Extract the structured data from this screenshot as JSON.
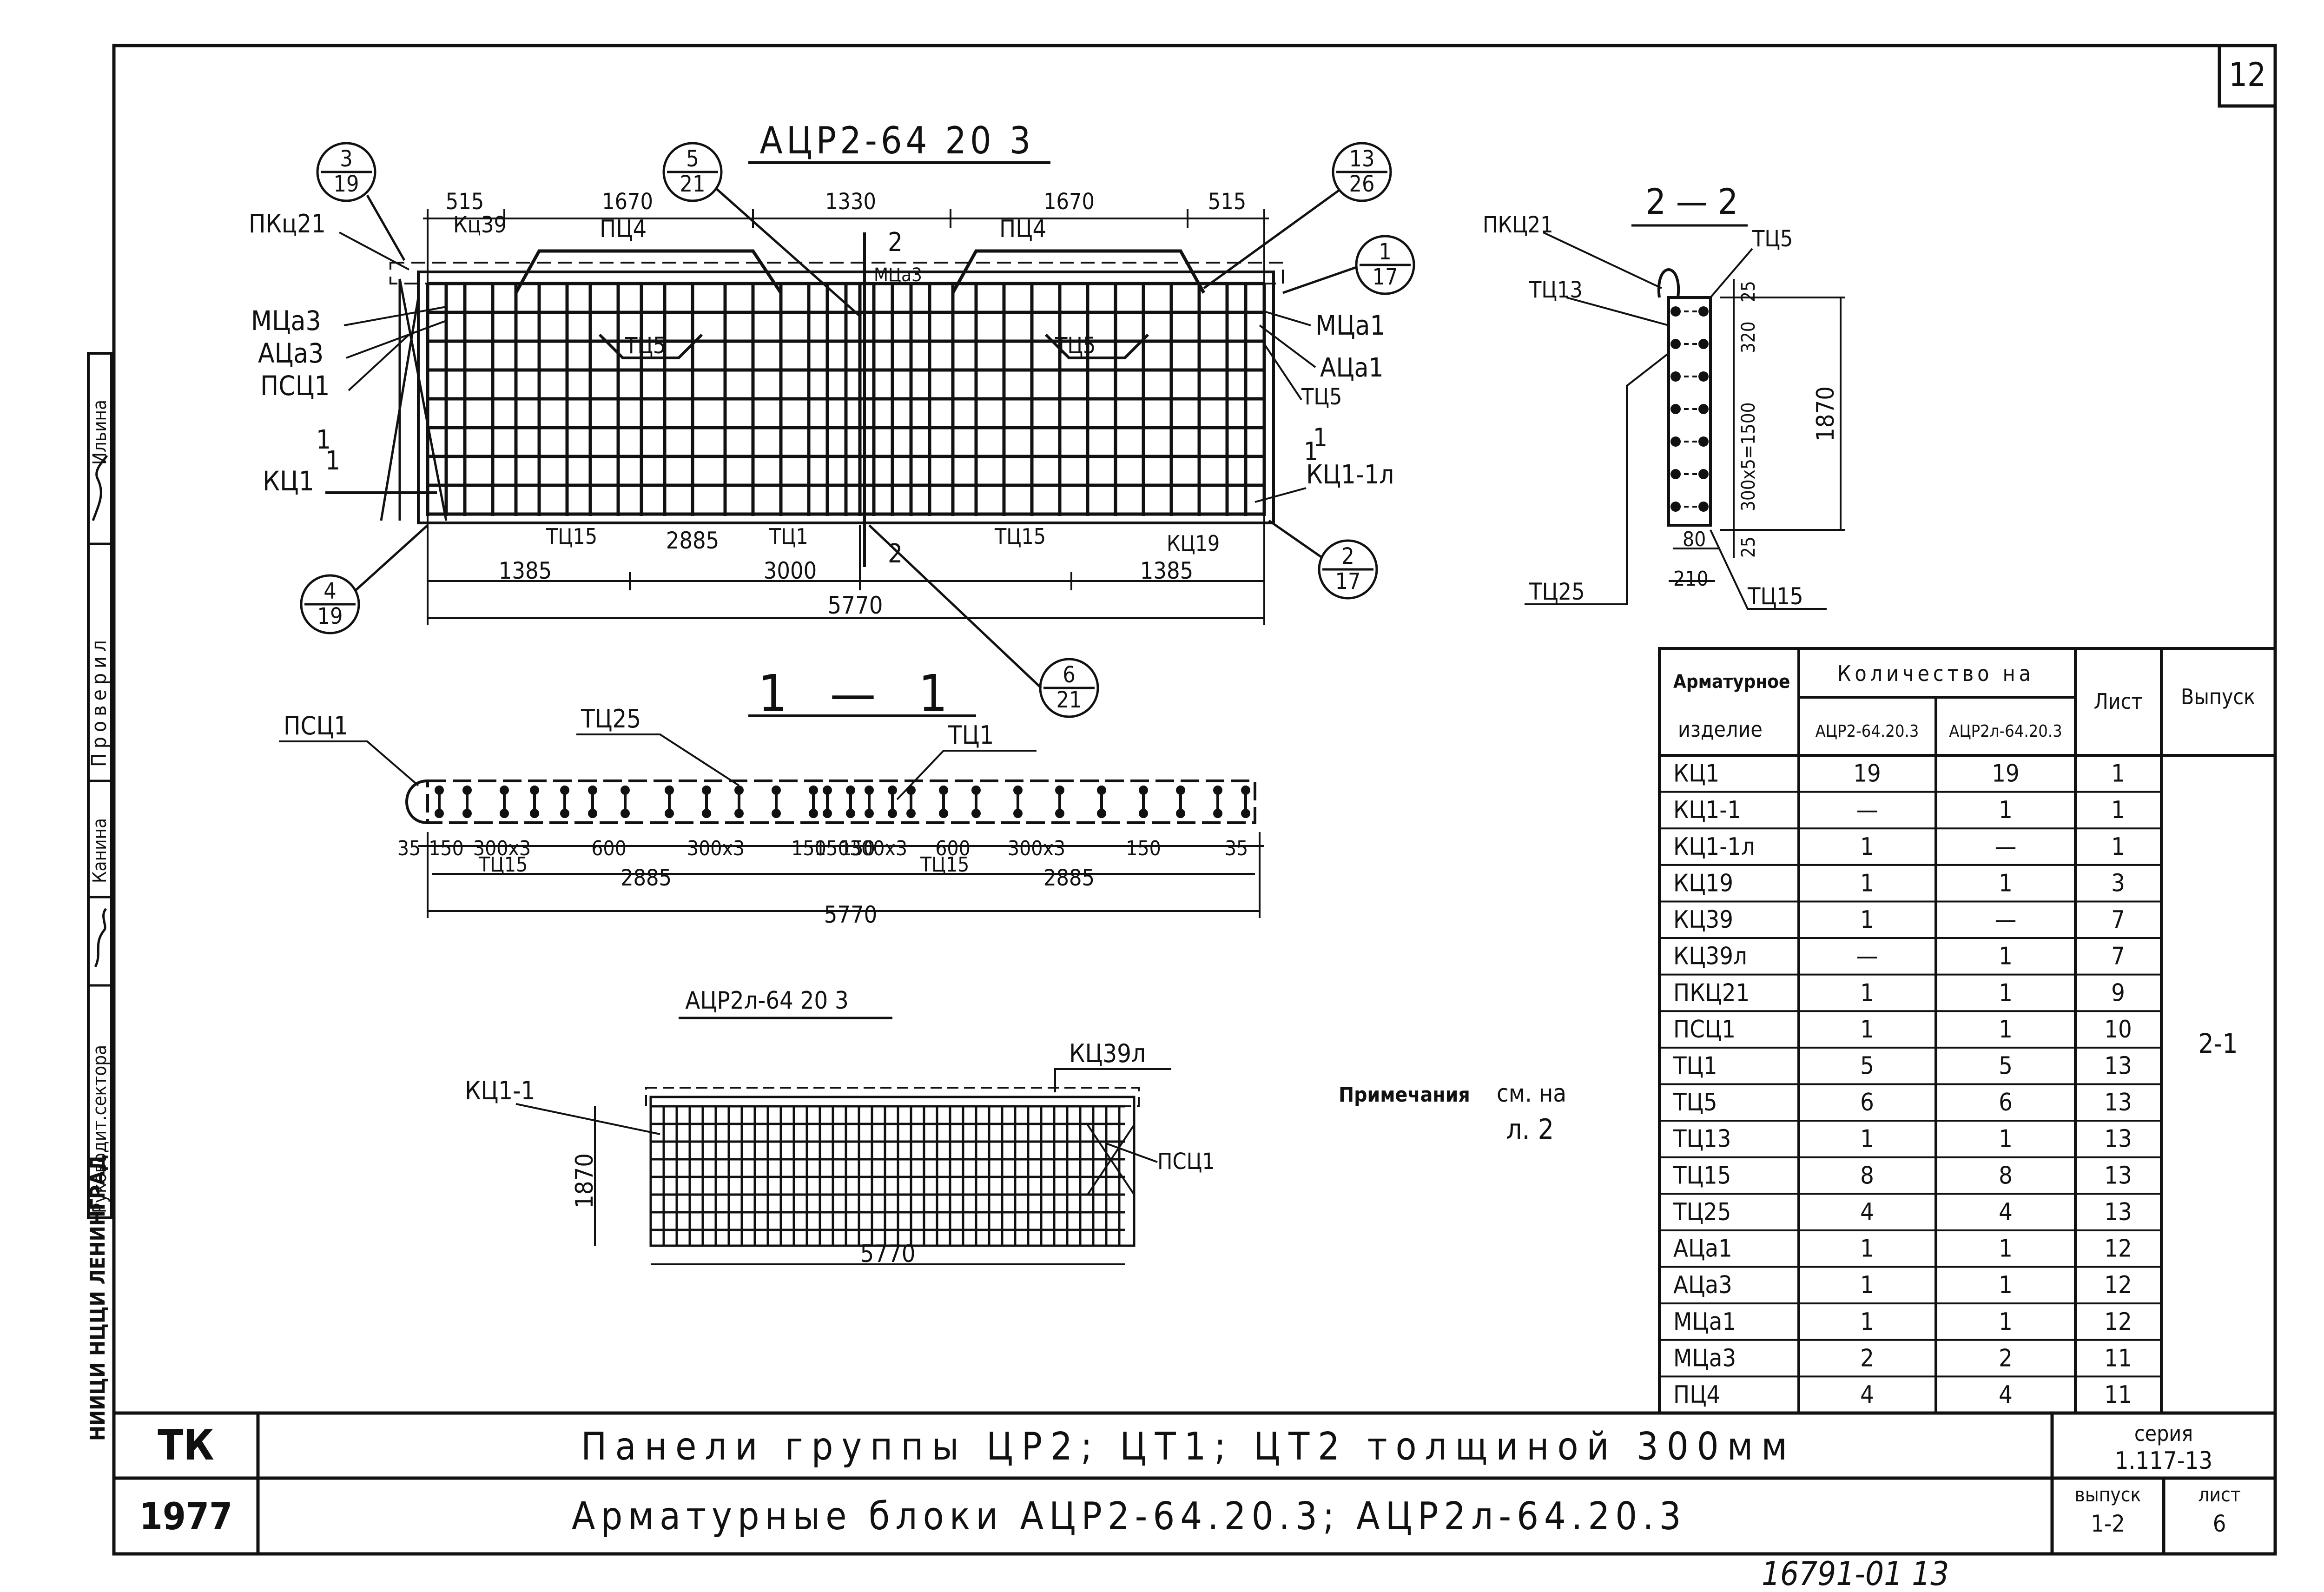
{
  "sheet": {
    "corner_number": "12",
    "title_block": {
      "org": "ТК",
      "year": "1977",
      "title_line1": "Панели группы ЦР2; ЦТ1; ЦТ2 толщиной 300мм",
      "title_line2": "Арматурные блоки АЦР2-64.20.3; АЦР2л-64.20.3",
      "series_label": "серия",
      "series_value": "1.117-13",
      "issue_label": "выпуск",
      "issue_value": "1-2",
      "sheet_label": "лист",
      "sheet_value": "6"
    },
    "bottom_number": "16791-01 13",
    "left_stamps": {
      "institute": "НИИЦИ НЦЦИ ЛЕНИНГРАД",
      "rows": [
        {
          "role": "Руководит.сектора",
          "name": ""
        },
        {
          "role": "",
          "name": "Канина"
        },
        {
          "role": "Проверил",
          "name": "Ильина"
        }
      ]
    }
  },
  "main_view": {
    "title": "АЦР2-64 20 3",
    "top_dims": [
      "515",
      "1670",
      "1330",
      "1670",
      "515"
    ],
    "bottom_dims_1": [
      "1385",
      "3000",
      "1385"
    ],
    "bottom_total": "5770",
    "inner_dim": "2885",
    "labels": {
      "pkc21": "ПКц21",
      "kc39": "Кц39",
      "pc4_l": "ПЦ4",
      "pc4_r": "ПЦ4",
      "mca3_top": "МЦа3",
      "mca3": "МЦа3",
      "aca3": "АЦа3",
      "pcc1": "ПСЦ1",
      "kc1": "КЦ1",
      "tc5_l": "ТЦ5",
      "tc5_r": "ТЦ5",
      "tc5_rr": "ТЦ5",
      "mca1": "МЦа1",
      "aca1": "АЦа1",
      "kc1_1l": "КЦ1-1л",
      "tc15_l": "ТЦ15",
      "tc1": "ТЦ1",
      "tc15_r": "ТЦ15",
      "kc19": "КЦ19",
      "sec1_top": "1",
      "sec1_bot": "1",
      "sec2_top": "2",
      "sec2_bot": "2",
      "sec1r_top": "1",
      "sec1r_bot": "1"
    },
    "callouts": [
      {
        "num": "3",
        "den": "19"
      },
      {
        "num": "5",
        "den": "21"
      },
      {
        "num": "13",
        "den": "26"
      },
      {
        "num": "1",
        "den": "17"
      },
      {
        "num": "4",
        "den": "19"
      },
      {
        "num": "2",
        "den": "17"
      },
      {
        "num": "6",
        "den": "21"
      }
    ]
  },
  "section_2": {
    "title": "2 — 2",
    "labels": {
      "pkc21": "ПКЦ21",
      "tc5": "ТЦ5",
      "tc13": "ТЦ13",
      "tc25": "ТЦ25",
      "tc15": "ТЦ15"
    },
    "dims": {
      "d25_top": "25",
      "d320": "320",
      "d300x5": "300х5=1500",
      "d1870": "1870",
      "d25_bot": "25",
      "d80": "80",
      "d210": "210"
    }
  },
  "section_1": {
    "title": "1 — 1",
    "labels": {
      "pcc1": "ПСЦ1",
      "tc25": "ТЦ25",
      "tc1": "ТЦ1",
      "tc15_l": "ТЦ15",
      "tc15_r": "ТЦ15"
    },
    "dims": [
      "35",
      "150",
      "300х3",
      "600",
      "300х3",
      "150",
      "150",
      "150",
      "300х3",
      "600",
      "300х3",
      "150",
      "35"
    ],
    "sub_dims": [
      "2885",
      "2885"
    ],
    "total": "5770"
  },
  "small_view": {
    "title": "АЦР2л-64 20 3",
    "labels": {
      "kc1_1": "КЦ1-1",
      "kc39l": "КЦ39л",
      "pcc1": "ПСЦ1"
    },
    "dim_height": "1870",
    "dim_width": "5770"
  },
  "note": {
    "label": "Примечания",
    "text_1": "см. на",
    "text_2": "л. 2"
  },
  "spec_table": {
    "headers": {
      "col1_line1": "Арматурное",
      "col1_line2": "изделие",
      "group": "Количество на",
      "sub1": "АЦР2-64.20.3",
      "sub2": "АЦР2л-64.20.3",
      "sheet": "Лист",
      "issue": "Выпуск"
    },
    "issue_value": "2-1",
    "rows": [
      {
        "item": "КЦ1",
        "q1": "19",
        "q2": "19",
        "sheet": "1"
      },
      {
        "item": "КЦ1-1",
        "q1": "—",
        "q2": "1",
        "sheet": "1"
      },
      {
        "item": "КЦ1-1л",
        "q1": "1",
        "q2": "—",
        "sheet": "1"
      },
      {
        "item": "КЦ19",
        "q1": "1",
        "q2": "1",
        "sheet": "3"
      },
      {
        "item": "КЦ39",
        "q1": "1",
        "q2": "—",
        "sheet": "7"
      },
      {
        "item": "КЦ39л",
        "q1": "—",
        "q2": "1",
        "sheet": "7"
      },
      {
        "item": "ПКЦ21",
        "q1": "1",
        "q2": "1",
        "sheet": "9"
      },
      {
        "item": "ПСЦ1",
        "q1": "1",
        "q2": "1",
        "sheet": "10"
      },
      {
        "item": "ТЦ1",
        "q1": "5",
        "q2": "5",
        "sheet": "13"
      },
      {
        "item": "ТЦ5",
        "q1": "6",
        "q2": "6",
        "sheet": "13"
      },
      {
        "item": "ТЦ13",
        "q1": "1",
        "q2": "1",
        "sheet": "13"
      },
      {
        "item": "ТЦ15",
        "q1": "8",
        "q2": "8",
        "sheet": "13"
      },
      {
        "item": "ТЦ25",
        "q1": "4",
        "q2": "4",
        "sheet": "13"
      },
      {
        "item": "АЦа1",
        "q1": "1",
        "q2": "1",
        "sheet": "12"
      },
      {
        "item": "АЦа3",
        "q1": "1",
        "q2": "1",
        "sheet": "12"
      },
      {
        "item": "МЦа1",
        "q1": "1",
        "q2": "1",
        "sheet": "12"
      },
      {
        "item": "МЦа3",
        "q1": "2",
        "q2": "2",
        "sheet": "11"
      },
      {
        "item": "ПЦ4",
        "q1": "4",
        "q2": "4",
        "sheet": "11"
      }
    ]
  }
}
